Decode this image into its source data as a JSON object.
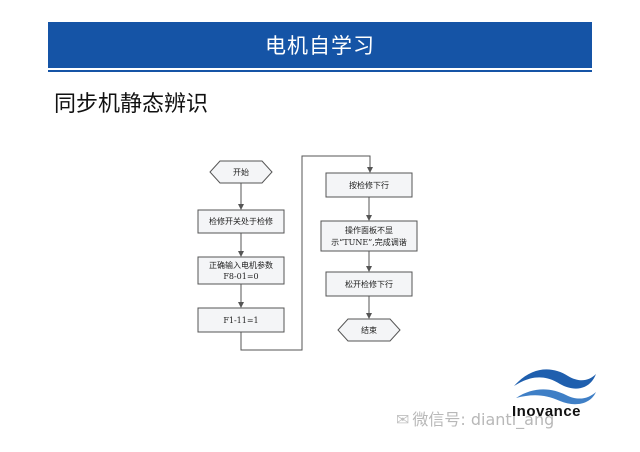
{
  "header": {
    "title": "电机自学习"
  },
  "subtitle": "同步机静态辨识",
  "flowchart": {
    "start": "开始",
    "step1": "检修开关处于检修",
    "step2_line1": "正确输入电机参数",
    "step2_line2": "F8-01=0",
    "step3": "F1-11=1",
    "step4": "按检修下行",
    "step5_line1": "操作面板不显",
    "step5_line2": "示“TUNE”,完成调谐",
    "step6": "松开检修下行",
    "end": "结束"
  },
  "watermark": {
    "icon": "wechat-icon",
    "text": "微信号: dianti_ang"
  },
  "logo": {
    "text": "Inovance",
    "colors": [
      "#1f5fae",
      "#5f9ad6"
    ]
  },
  "colors": {
    "title_bar": "#1554a6",
    "node_fill": "#f4f5f7",
    "node_stroke": "#555555"
  }
}
